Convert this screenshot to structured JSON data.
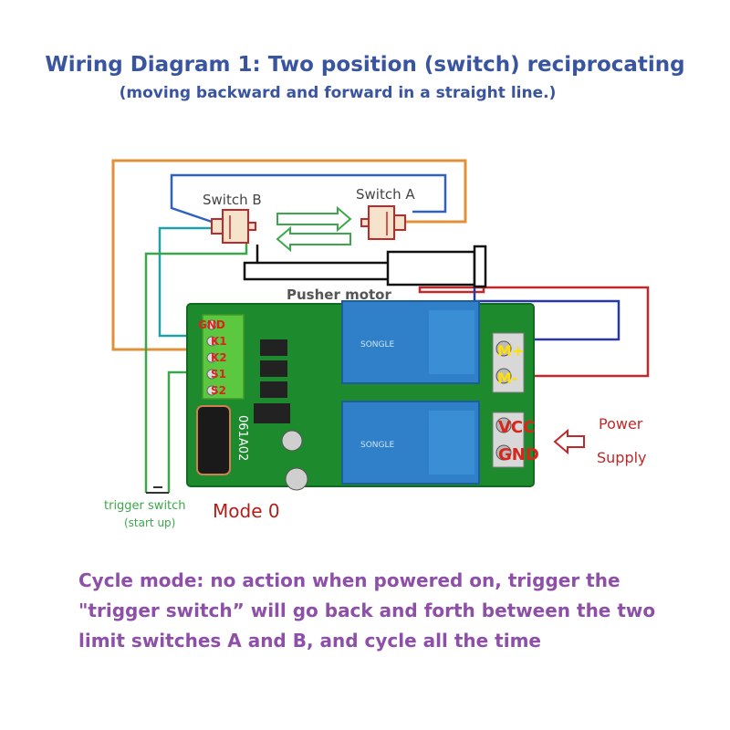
{
  "title": "Wiring Diagram 1: Two position (switch) reciprocating",
  "subtitle": "(moving backward and forward in a straight line.)",
  "labels": {
    "switch_b": "Switch B",
    "switch_a": "Switch A",
    "pusher_motor": "Pusher motor",
    "gnd": "GND",
    "k1": "K1",
    "k2": "K2",
    "s1": "S1",
    "s2": "S2",
    "m_plus": "M+",
    "m_minus": "M-",
    "vcc": "VCC",
    "gnd_power": "GND",
    "power": "Power",
    "supply": "Supply",
    "trigger_switch": "trigger switch",
    "start_up": "(start up)",
    "mode": "Mode 0",
    "board_code": "061A02"
  },
  "description": [
    "Cycle mode: no action when powered on, trigger the",
    "\"trigger switch” will go back and forth between the two",
    "limit switches A and B, and cycle all the time"
  ],
  "colors": {
    "title": "#3a55a0",
    "description": "#8e4fa8",
    "board": "#1e8a2e",
    "relay": "#2f80c8",
    "terminal": "#5cc840",
    "wire_orange": "#e0913a",
    "wire_blue": "#3060c0",
    "wire_teal": "#20a0a8",
    "wire_green": "#3aa84a",
    "wire_red": "#c0282a",
    "wire_navy": "#2838a8",
    "label_red": "#d8261a",
    "label_yellow": "#ffe000",
    "label_green": "#3aa84a"
  }
}
